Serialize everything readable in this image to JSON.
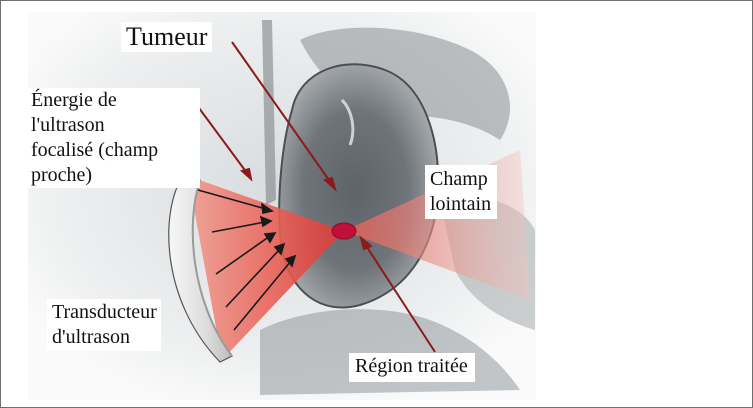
{
  "diagram": {
    "labels": {
      "tumor": "Tumeur",
      "energy": [
        "Énergie de",
        "l'ultrason",
        "focalisé (champ",
        "proche)"
      ],
      "far_field": [
        "Champ",
        "lointain"
      ],
      "transducer": [
        "Transducteur",
        "d'ultrason"
      ],
      "treated_region": "Région traitée"
    },
    "colors": {
      "beam": "#e8504a",
      "focus_spot": "#c0103a",
      "arrow": "#8b1a1a",
      "tissue": "#6f7478",
      "frame": "#6e6e6e"
    }
  }
}
